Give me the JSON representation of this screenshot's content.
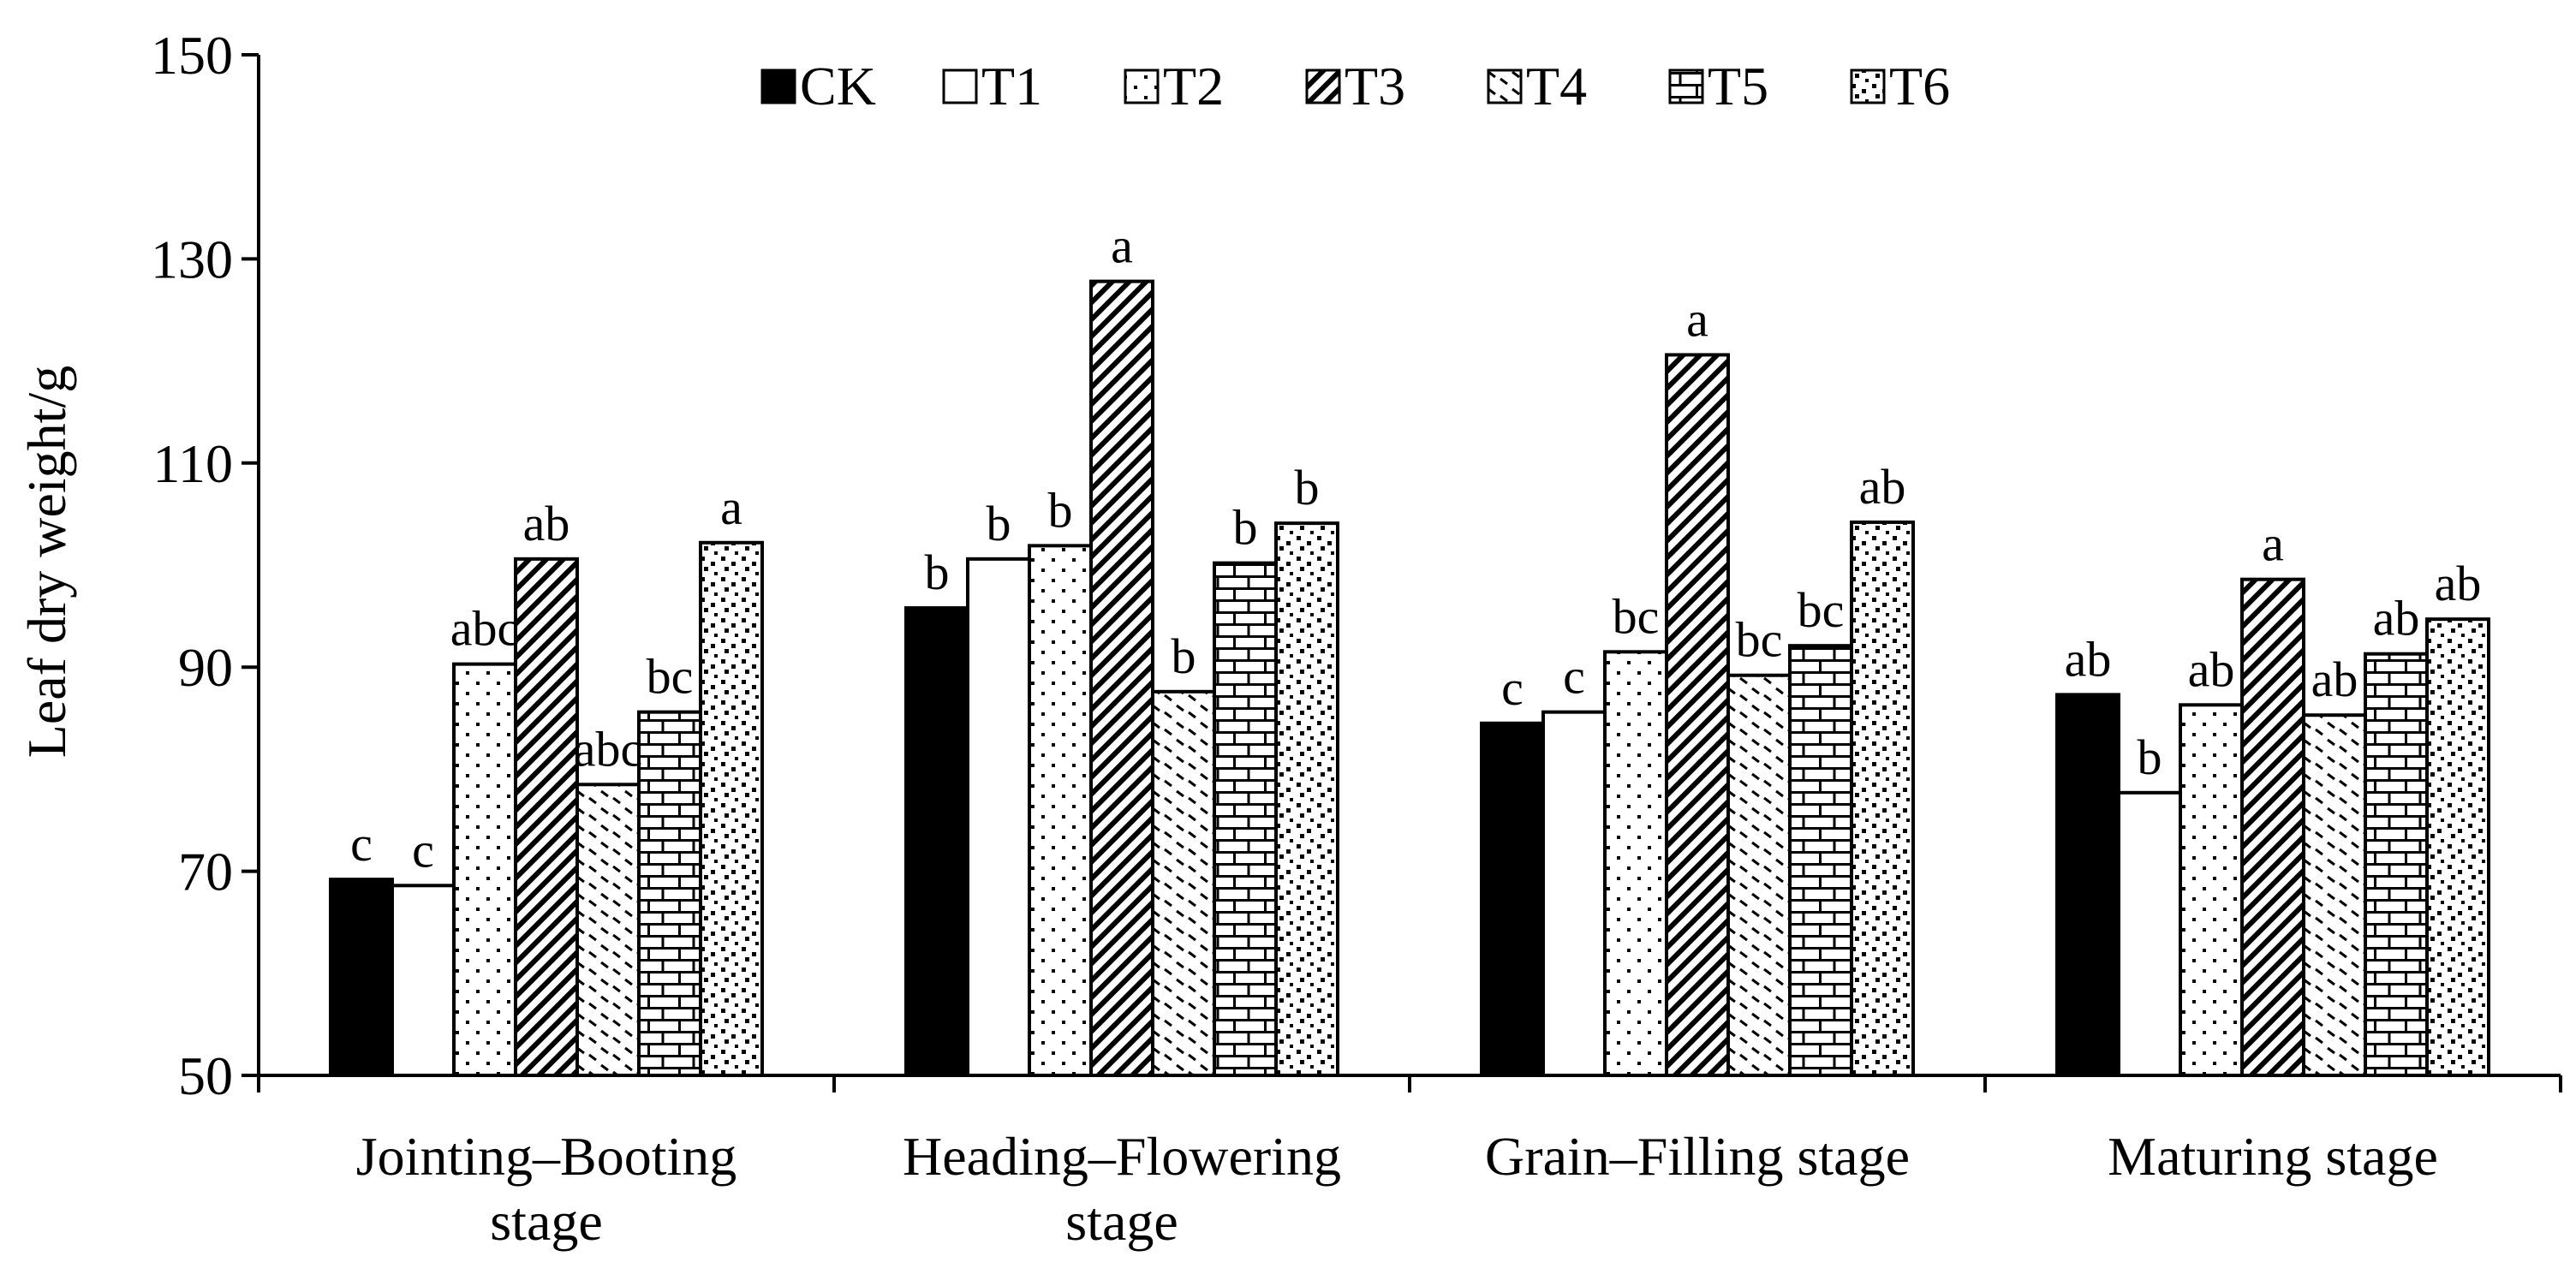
{
  "chart_data": {
    "type": "bar",
    "title": "",
    "xlabel": "",
    "ylabel": "Leaf dry weight/g",
    "ylim": [
      50,
      150
    ],
    "yticks": [
      50,
      70,
      90,
      110,
      130,
      150
    ],
    "grid": false,
    "legend_position": "top-center",
    "categories": [
      [
        "Jointing–Booting",
        "stage"
      ],
      [
        "Heading–Flowering",
        "stage"
      ],
      [
        "Grain–Filling stage"
      ],
      [
        "Maturing stage"
      ]
    ],
    "series": [
      {
        "name": "CK",
        "pattern": "solid",
        "values": [
          69.2,
          95.8,
          84.5,
          87.3
        ],
        "letters": [
          "c",
          "b",
          "c",
          "ab"
        ]
      },
      {
        "name": "T1",
        "pattern": "blank",
        "values": [
          68.6,
          100.6,
          85.6,
          77.7
        ],
        "letters": [
          "c",
          "b",
          "c",
          "b"
        ]
      },
      {
        "name": "T2",
        "pattern": "dots",
        "values": [
          90.3,
          101.9,
          91.5,
          86.3
        ],
        "letters": [
          "abc",
          "b",
          "bc",
          "ab"
        ]
      },
      {
        "name": "T3",
        "pattern": "diagonal",
        "values": [
          100.6,
          127.8,
          120.6,
          98.6
        ],
        "letters": [
          "ab",
          "a",
          "a",
          "a"
        ]
      },
      {
        "name": "T4",
        "pattern": "dashes",
        "values": [
          78.5,
          87.6,
          89.2,
          85.3
        ],
        "letters": [
          "abc",
          "b",
          "bc",
          "ab"
        ]
      },
      {
        "name": "T5",
        "pattern": "brick",
        "values": [
          85.6,
          100.2,
          92.1,
          91.3
        ],
        "letters": [
          "bc",
          "b",
          "bc",
          "ab"
        ]
      },
      {
        "name": "T6",
        "pattern": "checker",
        "values": [
          102.2,
          104.1,
          104.2,
          94.7
        ],
        "letters": [
          "a",
          "b",
          "ab",
          "ab"
        ]
      }
    ]
  }
}
